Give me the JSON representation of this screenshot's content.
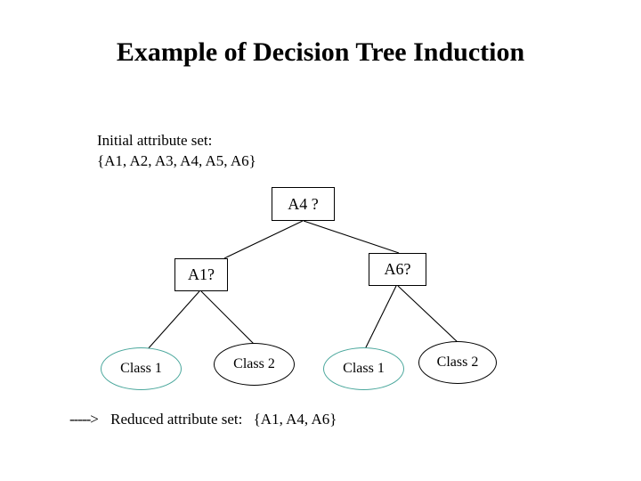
{
  "slide": {
    "title": "Example of Decision Tree Induction",
    "background_color": "#ffffff",
    "text_color": "#000000"
  },
  "initial_attributes": {
    "label": "Initial attribute set:",
    "value": "{A1, A2, A3, A4, A5, A6}"
  },
  "reduced_attributes": {
    "arrow": "----->",
    "label": "Reduced attribute set:",
    "value": "{A1, A4, A6}"
  },
  "tree": {
    "decision_nodes": [
      {
        "id": "a4",
        "label": "A4 ?",
        "border_color": "#000000"
      },
      {
        "id": "a1",
        "label": "A1?",
        "border_color": "#000000"
      },
      {
        "id": "a6",
        "label": "A6?",
        "border_color": "#000000"
      }
    ],
    "leaf_nodes": [
      {
        "id": "leaf1",
        "label": "Class 1",
        "border_color": "#4aa79c"
      },
      {
        "id": "leaf2",
        "label": "Class 2",
        "border_color": "#000000"
      },
      {
        "id": "leaf3",
        "label": "Class 1",
        "border_color": "#4aa79c"
      },
      {
        "id": "leaf4",
        "label": "Class 2",
        "border_color": "#000000"
      }
    ]
  }
}
